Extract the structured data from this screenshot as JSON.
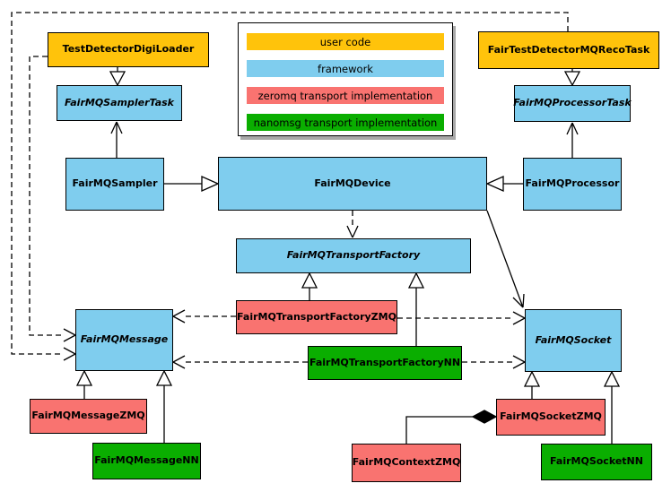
{
  "diagram": {
    "type": "uml-class-diagram",
    "palette": {
      "user_code": "#FFC30B",
      "framework": "#7FCDEE",
      "zeromq": "#F97370",
      "nanomsg": "#0AAE00"
    },
    "legend": {
      "items": [
        {
          "label": "user code",
          "color": "#FFC30B"
        },
        {
          "label": "framework",
          "color": "#7FCDEE"
        },
        {
          "label": "zeromq transport implementation",
          "color": "#F97370"
        },
        {
          "label": "nanomsg transport implementation",
          "color": "#0AAE00"
        }
      ]
    },
    "nodes": [
      {
        "label": "TestDetectorDigiLoader",
        "category": "user_code",
        "abstract": false
      },
      {
        "label": "FairTestDetectorMQRecoTask",
        "category": "user_code",
        "abstract": false
      },
      {
        "label": "FairMQSamplerTask",
        "category": "framework",
        "abstract": true
      },
      {
        "label": "FairMQProcessorTask",
        "category": "framework",
        "abstract": true
      },
      {
        "label": "FairMQSampler",
        "category": "framework",
        "abstract": false
      },
      {
        "label": "FairMQDevice",
        "category": "framework",
        "abstract": false
      },
      {
        "label": "FairMQProcessor",
        "category": "framework",
        "abstract": false
      },
      {
        "label": "FairMQTransportFactory",
        "category": "framework",
        "abstract": true
      },
      {
        "label": "FairMQTransportFactoryZMQ",
        "category": "zeromq",
        "abstract": false
      },
      {
        "label": "FairMQTransportFactoryNN",
        "category": "nanomsg",
        "abstract": false
      },
      {
        "label": "FairMQMessage",
        "category": "framework",
        "abstract": true
      },
      {
        "label": "FairMQSocket",
        "category": "framework",
        "abstract": true
      },
      {
        "label": "FairMQMessageZMQ",
        "category": "zeromq",
        "abstract": false
      },
      {
        "label": "FairMQMessageNN",
        "category": "nanomsg",
        "abstract": false
      },
      {
        "label": "FairMQSocketZMQ",
        "category": "zeromq",
        "abstract": false
      },
      {
        "label": "FairMQContextZMQ",
        "category": "zeromq",
        "abstract": false
      },
      {
        "label": "FairMQSocketNN",
        "category": "nanomsg",
        "abstract": false
      }
    ],
    "edges": [
      {
        "from": "TestDetectorDigiLoader",
        "to": "FairMQSamplerTask",
        "type": "inheritance"
      },
      {
        "from": "FairTestDetectorMQRecoTask",
        "to": "FairMQProcessorTask",
        "type": "inheritance"
      },
      {
        "from": "FairMQSampler",
        "to": "FairMQSamplerTask",
        "type": "association"
      },
      {
        "from": "FairMQProcessor",
        "to": "FairMQProcessorTask",
        "type": "association"
      },
      {
        "from": "FairMQSampler",
        "to": "FairMQDevice",
        "type": "inheritance"
      },
      {
        "from": "FairMQProcessor",
        "to": "FairMQDevice",
        "type": "inheritance"
      },
      {
        "from": "FairMQDevice",
        "to": "FairMQTransportFactory",
        "type": "dependency"
      },
      {
        "from": "FairMQDevice",
        "to": "FairMQSocket",
        "type": "association"
      },
      {
        "from": "FairMQTransportFactoryZMQ",
        "to": "FairMQTransportFactory",
        "type": "inheritance"
      },
      {
        "from": "FairMQTransportFactoryNN",
        "to": "FairMQTransportFactory",
        "type": "inheritance"
      },
      {
        "from": "FairMQTransportFactoryZMQ",
        "to": "FairMQMessage",
        "type": "dependency"
      },
      {
        "from": "FairMQTransportFactoryZMQ",
        "to": "FairMQSocket",
        "type": "dependency"
      },
      {
        "from": "FairMQTransportFactoryNN",
        "to": "FairMQMessage",
        "type": "dependency"
      },
      {
        "from": "FairMQTransportFactoryNN",
        "to": "FairMQSocket",
        "type": "dependency"
      },
      {
        "from": "TestDetectorDigiLoader",
        "to": "FairMQMessage",
        "type": "dependency"
      },
      {
        "from": "FairTestDetectorMQRecoTask",
        "to": "FairMQMessage",
        "type": "dependency"
      },
      {
        "from": "FairMQMessageZMQ",
        "to": "FairMQMessage",
        "type": "inheritance"
      },
      {
        "from": "FairMQMessageNN",
        "to": "FairMQMessage",
        "type": "inheritance"
      },
      {
        "from": "FairMQSocketZMQ",
        "to": "FairMQSocket",
        "type": "inheritance"
      },
      {
        "from": "FairMQSocketNN",
        "to": "FairMQSocket",
        "type": "inheritance"
      },
      {
        "from": "FairMQContextZMQ",
        "to": "FairMQSocketZMQ",
        "type": "composition"
      }
    ]
  }
}
